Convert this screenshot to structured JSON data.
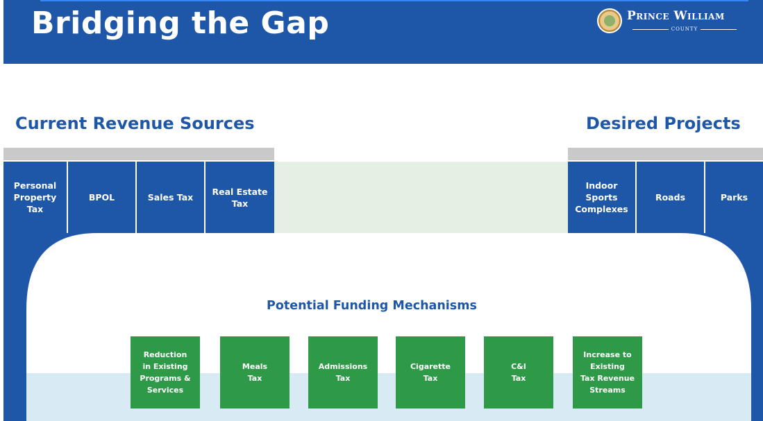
{
  "header": {
    "title": "Bridging the Gap",
    "logo": {
      "name": "Prince William",
      "sub": "COUNTY",
      "icon": "county-seal-icon"
    }
  },
  "revenue": {
    "heading": "Current Revenue Sources",
    "items": [
      "Personal\nProperty\nTax",
      "BPOL",
      "Sales Tax",
      "Real Estate\nTax"
    ]
  },
  "projects": {
    "heading": "Desired Projects",
    "items": [
      "Indoor\nSports\nComplexes",
      "Roads",
      "Parks"
    ]
  },
  "mechanisms": {
    "heading": "Potential Funding Mechanisms",
    "items": [
      "Reduction\nin Existing\nPrograms &\nServices",
      "Meals\nTax",
      "Admissions\nTax",
      "Cigarette\nTax",
      "C&I\nTax",
      "Increase to\nExisting\nTax Revenue\nStreams"
    ]
  },
  "colors": {
    "primary_blue": "#1e57a7",
    "green": "#2e9a48",
    "gray": "#c9c9c9",
    "light_green": "#e4f0e4",
    "water": "#d8ebf5"
  }
}
